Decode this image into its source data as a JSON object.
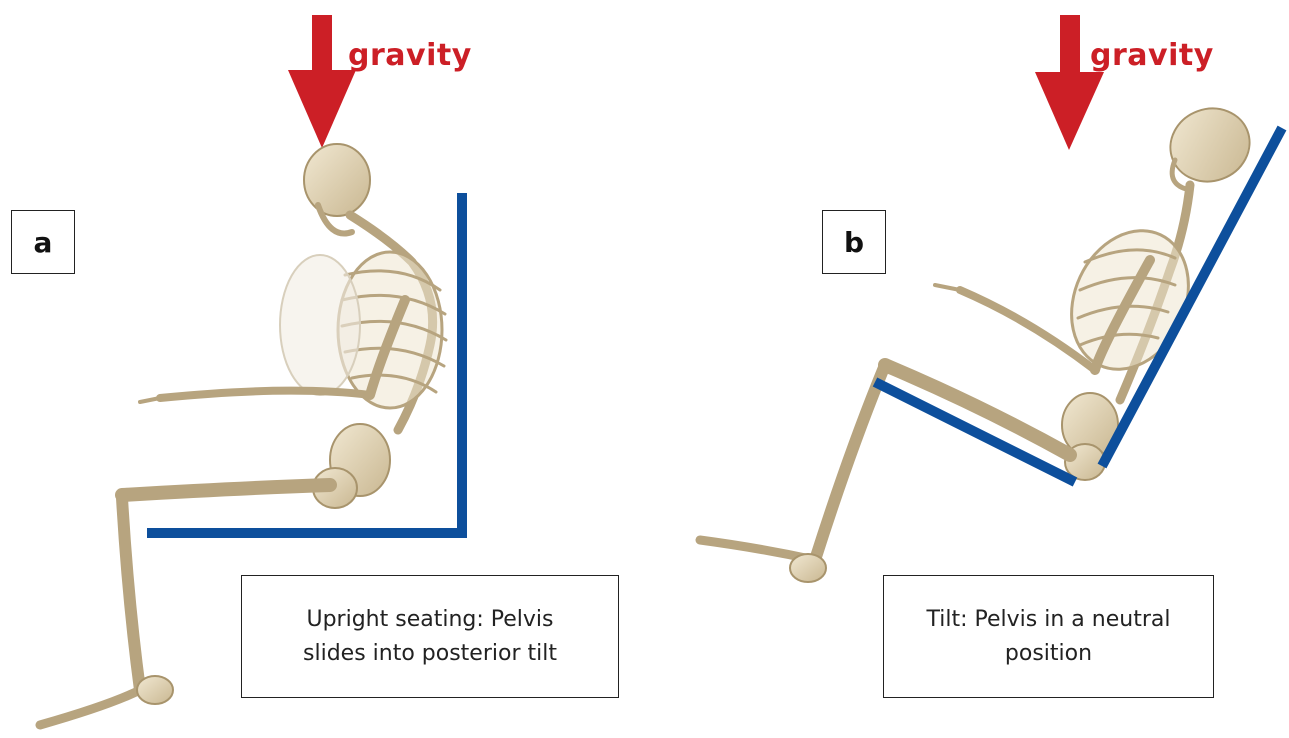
{
  "colors": {
    "gravity_arrow": "#cc1f26",
    "support_surface": "#0d4f9c",
    "bone": "#e6d9bb",
    "bone_shadow": "#b7a47f"
  },
  "panels": [
    {
      "tag": "a",
      "gravity_label": "gravity",
      "caption_line1": "Upright seating: Pelvis",
      "caption_line2": "slides into posterior tilt"
    },
    {
      "tag": "b",
      "gravity_label": "gravity",
      "caption_line1": "Tilt: Pelvis in a neutral",
      "caption_line2": "position"
    }
  ]
}
